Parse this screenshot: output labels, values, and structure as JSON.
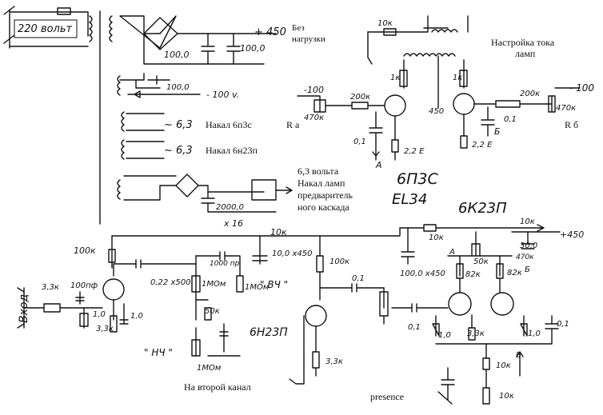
{
  "labels": {
    "mains": "220 вольт",
    "no_load": "Без\nнагрузки",
    "plus450_top": "+ 450",
    "cap_100_a": "100,0",
    "cap_100_b": "100,0",
    "neg_supply_cap": "100,0",
    "minus100v": "- 100 v.",
    "heater_63_a": "~ 6,3",
    "heater_6p3s": "Накал 6п3с",
    "ra": "R a",
    "heater_63_b": "~ 6,3",
    "heater_6n23p": "Накал 6н23п",
    "preamp_heater": "6,3 вольта\nНакал ламп\nпредваритель\nного каскада",
    "cap_2000": "2000,0",
    "x16": "x 16",
    "r10k_top": "10к",
    "bias_adjust": "Настройка тока\nламп",
    "minus100_left": "-100",
    "minus100_right": "- 100",
    "r200k_left": "200к",
    "r200k_right": "200к",
    "r470k_left": "470к",
    "r470k_right": "470к",
    "r1k_left": "1к",
    "r1k_right": "1к",
    "v450_mid": "450",
    "cap01_left": "0,1",
    "cap01_right": "0,1",
    "r22e_left": "2,2 Е",
    "r22e_right": "2,2 Е",
    "point_a": "А",
    "point_b": "Б",
    "rb": "R б",
    "tube_6p3s": "6П3С",
    "tube_el34": "EL34",
    "tube_6k23p": "6К23П",
    "r10k_right_top": "10к",
    "plus450_right": "+450",
    "cap_300": "30,0",
    "r100k_left": "100к",
    "r10k_mid": "10к",
    "r10k_mid2": "10к",
    "cap_10_450": "10,0 х450",
    "cap_100_450": "100,0 х450",
    "r100k_mid": "100к",
    "input_label": "Вход",
    "r33k_in": "3,3к",
    "cap_100pf": "100пф",
    "r1_small": "1,0",
    "r33k_cathode": "3,3к",
    "cap_22_500": "0,22 х500",
    "cap_1000pf": "1000 пр",
    "r1mohm_a": "1МОм",
    "r1mohm_b": "1МОм",
    "r1mohm_c": "1МОм",
    "r50k_tone": "50к",
    "hch": "\" НЧ \"",
    "vch": "\" ВЧ \"",
    "tube_6n23p": "6Н23П",
    "r33k_out": "3,3к",
    "second_channel": "На второй канал",
    "cap_01_mid": "0,1",
    "cap_01_pi": "0,1",
    "r1_pi": "1,0",
    "r50k_pi": "50к",
    "r82k_a": "82к",
    "r82k_b": "82к",
    "r470k_pi": "470к",
    "r33k_pi": "3,3к",
    "r1_pi2": "1,0",
    "r10k_pi": "10к",
    "r10k_pi2": "10к",
    "cap_01_pi2": "0,1",
    "pi_a": "А",
    "pi_b": "Б",
    "pi_bottom_b": "В",
    "presence": "presence"
  }
}
